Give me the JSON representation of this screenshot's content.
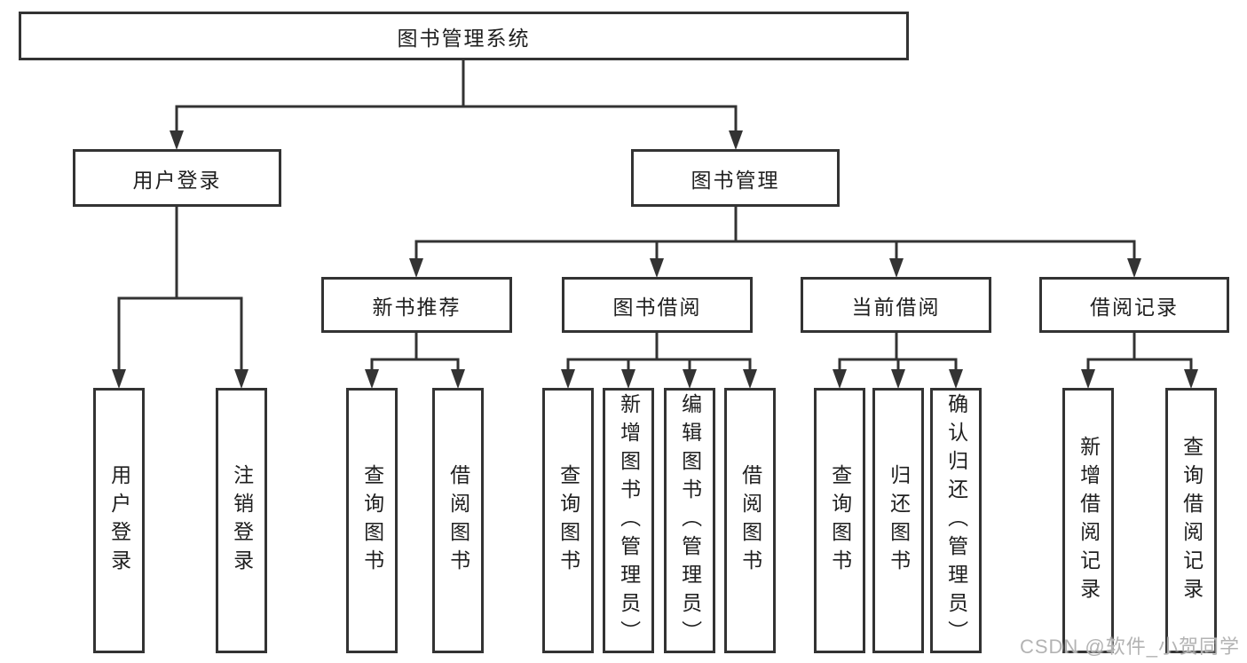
{
  "diagram": {
    "tree": {
      "label": "图书管理系统",
      "children": [
        {
          "label": "用户登录",
          "children": [
            {
              "label": "用户登录"
            },
            {
              "label": "注销登录"
            }
          ]
        },
        {
          "label": "图书管理",
          "children": [
            {
              "label": "新书推荐",
              "children": [
                {
                  "label": "查询图书"
                },
                {
                  "label": "借阅图书"
                }
              ]
            },
            {
              "label": "图书借阅",
              "children": [
                {
                  "label": "查询图书"
                },
                {
                  "label": "新增图书（管理员）"
                },
                {
                  "label": "编辑图书（管理员）"
                },
                {
                  "label": "借阅图书"
                }
              ]
            },
            {
              "label": "当前借阅",
              "children": [
                {
                  "label": "查询图书"
                },
                {
                  "label": "归还图书"
                },
                {
                  "label": "确认归还（管理员）"
                }
              ]
            },
            {
              "label": "借阅记录",
              "children": [
                {
                  "label": "新增借阅记录"
                },
                {
                  "label": "查询借阅记录"
                }
              ]
            }
          ]
        }
      ]
    }
  },
  "watermark": {
    "text": "CSDN @软件_小贺同学"
  },
  "colors": {
    "line": "#333333",
    "box_border": "#333333",
    "text": "#1f1f1f",
    "background": "#ffffff",
    "watermark": "#b3b3b3"
  }
}
